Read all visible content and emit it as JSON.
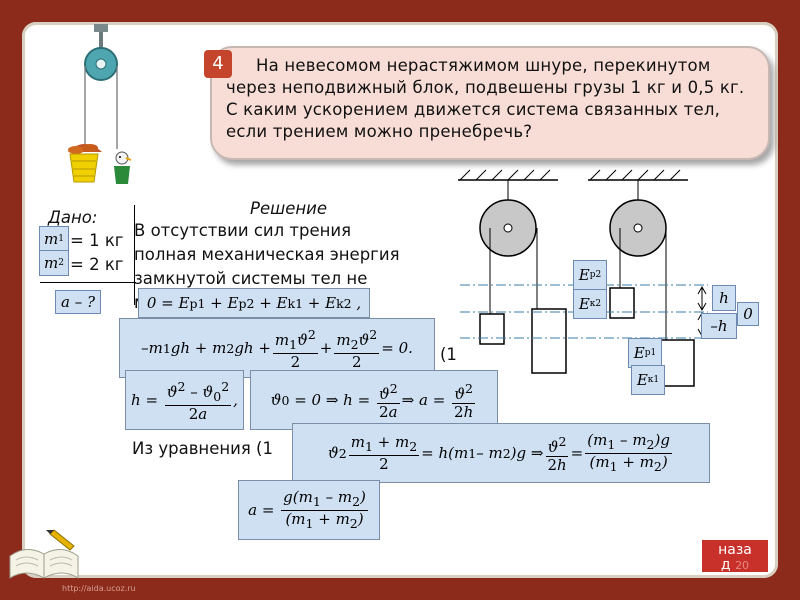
{
  "problem": {
    "number": "4",
    "text": "На невесомом нерастяжимом шнуре, перекинутом через неподвижный блок, подвешены грузы 1 кг и 0,5 кг. С каким ускорением движется система связанных тел, если трением можно пренебречь?"
  },
  "given": {
    "title": "Дано:",
    "m1": "m",
    "m1_value": "= 1 кг",
    "m2": "m",
    "m2_value": "= 2 кг",
    "find": "a – ?"
  },
  "solution": {
    "title": "Решение",
    "line1": "В отсутствии сил трения",
    "line2": "полная механическая энергия",
    "line3": "замкнутой системы тел не",
    "line4": "м",
    "eq_num": "(1",
    "from_eq": "Из уравнения (1"
  },
  "formulas": {
    "f1": "0 = E",
    "f2_end": "= 0.",
    "f3_lhs": "h =",
    "f4_lhs": "ϑ",
    "f4_mid": "= 0 ⇒ h =",
    "f4_r": "⇒ a =",
    "f5_rhs": "= h(m",
    "f5_g": ")g ⇒",
    "f6_lhs": "a ="
  },
  "labels": {
    "ep2": "E",
    "ep2_sub": "p2",
    "ek2": "E",
    "ek2_sub": "к2",
    "ep1": "E",
    "ep1_sub": "p1",
    "ek1": "E",
    "ek1_sub": "к1",
    "h": "h",
    "minus_h": "–h",
    "zero": "0"
  },
  "nav": {
    "back": "наза",
    "back2": "д",
    "page": "20",
    "url": "http://aida.ucoz.ru"
  },
  "colors": {
    "background": "#8c2a1c",
    "callout": "#f7ddd6",
    "badge": "#c4452c",
    "formula_box": "#cfe0f3",
    "back_button": "#c8302a"
  }
}
